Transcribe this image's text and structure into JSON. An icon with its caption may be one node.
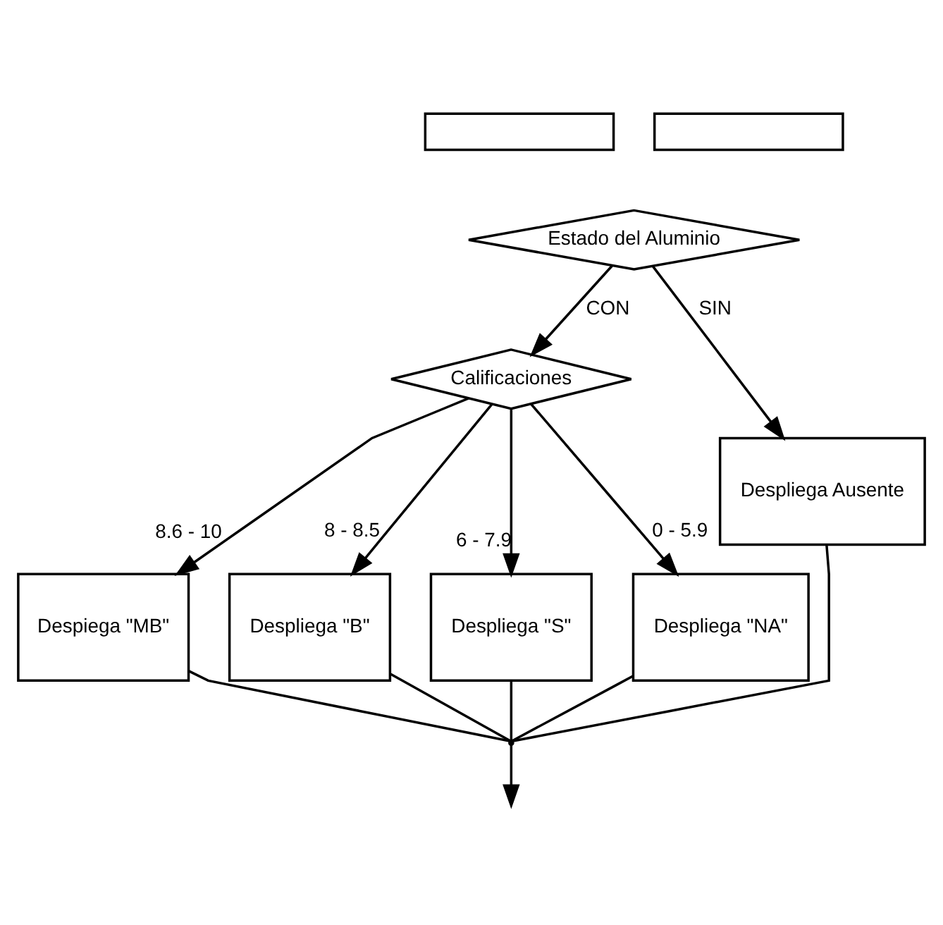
{
  "diagram": {
    "nodes": [
      {
        "text": [],
        "shape": "box"
      },
      {
        "text": [],
        "shape": "box"
      },
      {
        "text": [
          "Estado del Aluminio"
        ]
      },
      {
        "text": [
          "Calificaciones"
        ]
      },
      {
        "text": [
          "Despliega Ausente"
        ]
      },
      {
        "text": [
          "Despiega \"MB\""
        ]
      },
      {
        "text": [
          "Despliega \"B\""
        ]
      },
      {
        "text": [
          "Despliega \"S\""
        ]
      },
      {
        "text": [
          "Despliega \"NA\""
        ]
      },
      {
        "text": [],
        "shape": "point"
      }
    ],
    "edges": [
      {
        "from": 2,
        "to": 3,
        "arrow": "to",
        "label": "CON"
      },
      {
        "from": 2,
        "to": 4,
        "arrow": "to",
        "label": "SIN"
      },
      {
        "from": 3,
        "to": 5,
        "arrow": "to",
        "label": "8.6 - 10"
      },
      {
        "from": 3,
        "to": 6,
        "arrow": "to",
        "label": "8 - 8.5"
      },
      {
        "from": 3,
        "to": 7,
        "arrow": "to",
        "label": "6 - 7.9"
      },
      {
        "from": 3,
        "to": 8,
        "arrow": "to",
        "label": "0 - 5.9"
      },
      {
        "from": 5,
        "to": 9,
        "arrow": "none"
      },
      {
        "from": 6,
        "to": 9,
        "arrow": "none"
      },
      {
        "from": 7,
        "to": 9,
        "arrow": "none"
      },
      {
        "from": 8,
        "to": 9,
        "arrow": "none"
      },
      {
        "from": 4,
        "to": 9,
        "arrow": "none"
      },
      {
        "from": 9,
        "to": null,
        "arrow": "to"
      }
    ]
  }
}
